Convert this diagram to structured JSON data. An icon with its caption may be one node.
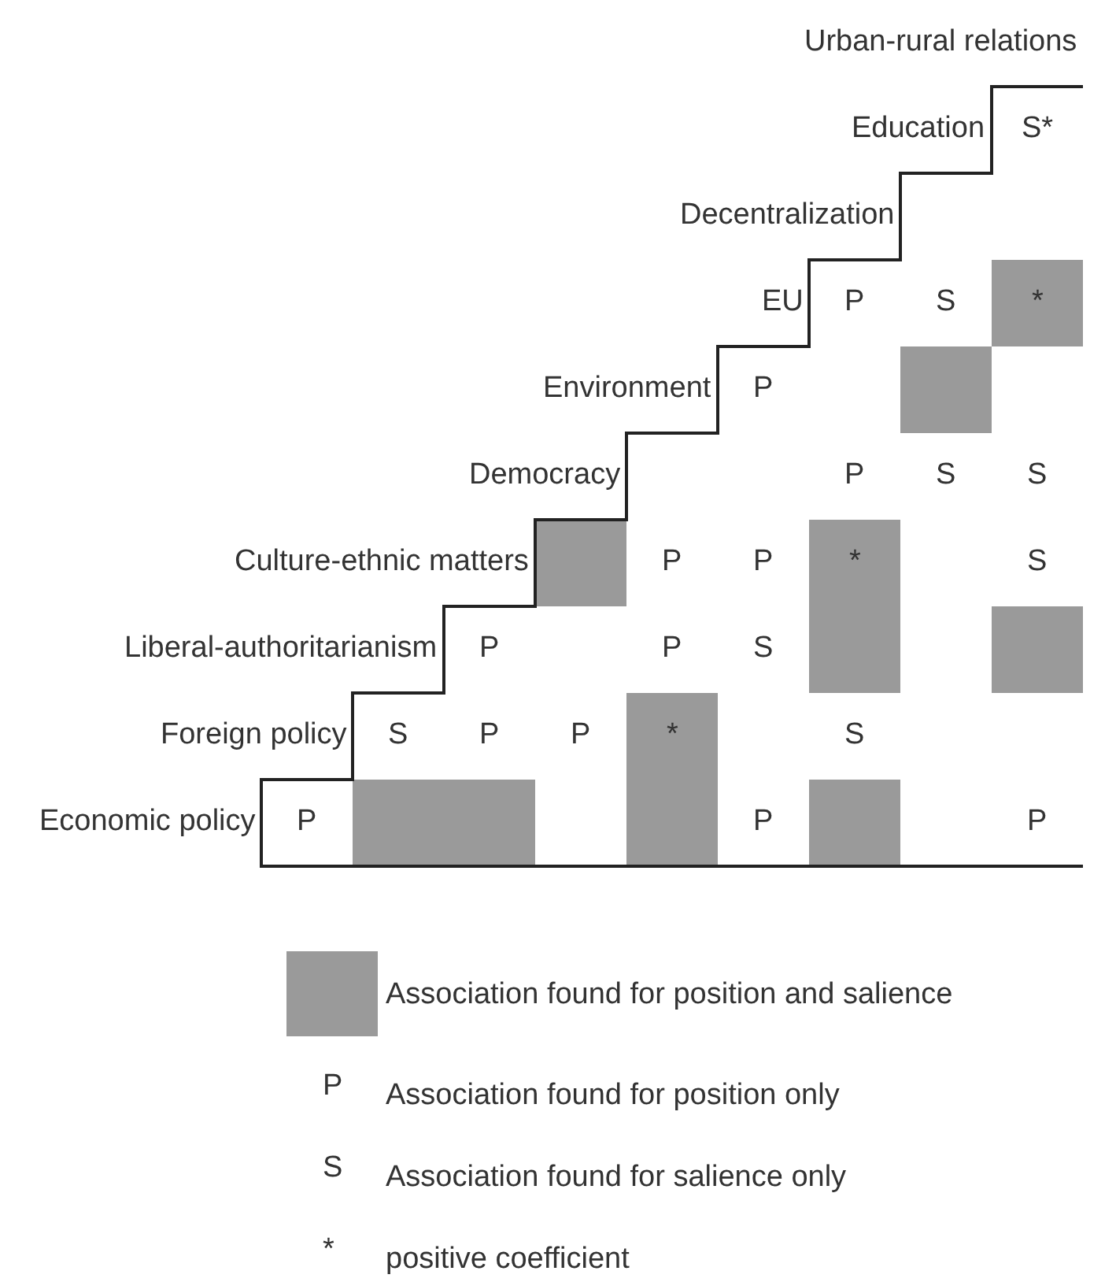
{
  "diagram": {
    "labels": [
      "Urban-rural relations",
      "Education",
      "S*",
      "Decentralization",
      "EU",
      "P",
      "S",
      "*",
      "Environment",
      "P",
      "Democracy",
      "P",
      "S",
      "S",
      "Culture-ethnic matters",
      "P",
      "P",
      "*",
      "S",
      "Liberal-authoritarianism",
      "P",
      "P",
      "S",
      "Foreign policy",
      "S",
      "P",
      "P",
      "*",
      "S",
      "Economic policy",
      "P",
      "P",
      "P",
      "P",
      "S",
      "*"
    ],
    "legend": [
      {
        "text": "Association found for position and salience",
        "color": "#9a9a9a"
      },
      {
        "text": "Association found for position only"
      },
      {
        "text": "Association found for salience only"
      },
      {
        "text": "positive coefficient"
      }
    ]
  }
}
